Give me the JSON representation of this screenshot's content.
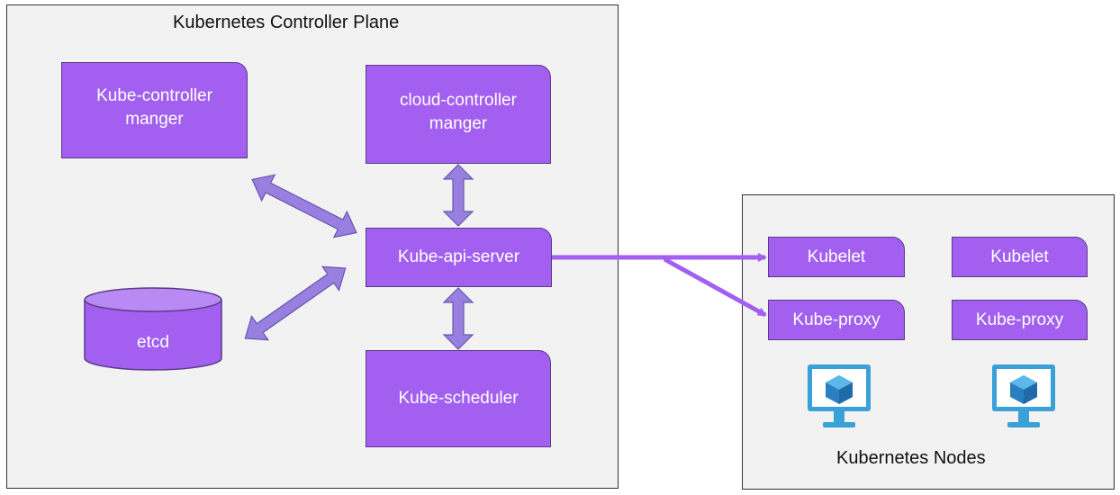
{
  "control_plane": {
    "title": "Kubernetes Controller Plane",
    "components": {
      "kube_controller_manager": "Kube-controller manger",
      "cloud_controller_manager": "cloud-controller manger",
      "kube_api_server": "Kube-api-server",
      "etcd": "etcd",
      "kube_scheduler": "Kube-scheduler"
    }
  },
  "nodes": {
    "title": "Kubernetes Nodes",
    "node1": {
      "kubelet": "Kubelet",
      "kube_proxy": "Kube-proxy"
    },
    "node2": {
      "kubelet": "Kubelet",
      "kube_proxy": "Kube-proxy"
    },
    "icons": [
      "azure-vm-monitor-icon",
      "azure-vm-monitor-icon"
    ]
  },
  "colors": {
    "component_fill": "#a25ff0",
    "arrow_fill": "#9980e0",
    "connector": "#a25ff0",
    "panel_bg": "#f2f2f2",
    "vm_icon": "#3aa0d8"
  }
}
